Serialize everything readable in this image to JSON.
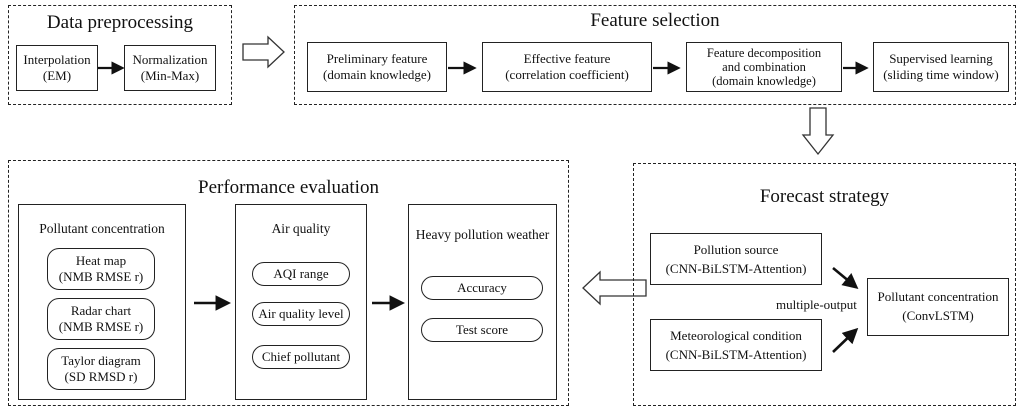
{
  "preprocessing": {
    "title": "Data preprocessing",
    "interpolation": {
      "line1": "Interpolation",
      "line2": "(EM)"
    },
    "normalization": {
      "line1": "Normalization",
      "line2": "(Min-Max)"
    }
  },
  "feature_selection": {
    "title": "Feature selection",
    "preliminary": {
      "line1": "Preliminary feature",
      "line2": "(domain knowledge)"
    },
    "effective": {
      "line1": "Effective feature",
      "line2": "(correlation coefficient)"
    },
    "decomposition": {
      "line1": "Feature decomposition",
      "line2": "and combination",
      "line3": "(domain knowledge)"
    },
    "supervised": {
      "line1": "Supervised learning",
      "line2": "(sliding time window)"
    }
  },
  "forecast": {
    "title": "Forecast strategy",
    "pollution_source": {
      "line1": "Pollution source",
      "line2": "(CNN-BiLSTM-Attention)"
    },
    "meteorological": {
      "line1": "Meteorological condition",
      "line2": "(CNN-BiLSTM-Attention)"
    },
    "multiple_output": "multiple-output",
    "pollutant": {
      "line1": "Pollutant concentration",
      "line2": "(ConvLSTM)"
    }
  },
  "evaluation": {
    "title": "Performance evaluation",
    "concentration": {
      "title": "Pollutant concentration",
      "heat_map": {
        "line1": "Heat map",
        "line2": "(NMB RMSE r)"
      },
      "radar_chart": {
        "line1": "Radar chart",
        "line2": "(NMB RMSE r)"
      },
      "taylor": {
        "line1": "Taylor diagram",
        "line2": "(SD RMSD r)"
      }
    },
    "air_quality": {
      "title": "Air quality",
      "aqi_range": "AQI range",
      "level": "Air quality level",
      "chief": "Chief pollutant"
    },
    "heavy": {
      "title": "Heavy pollution weather",
      "accuracy": "Accuracy",
      "test_score": "Test score"
    }
  }
}
